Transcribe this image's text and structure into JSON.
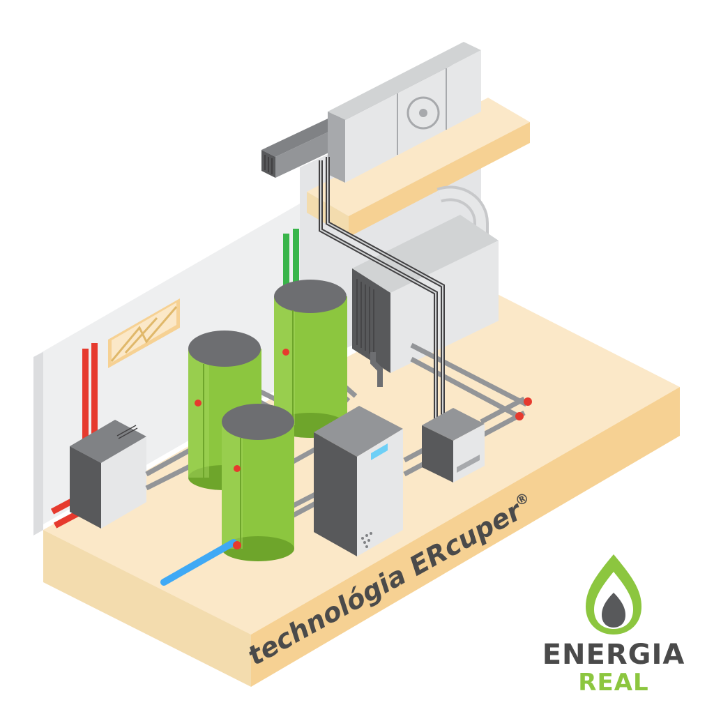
{
  "floor_label": {
    "main": "technológia ERcuper",
    "mark": "®"
  },
  "brand": {
    "line1": "ENERGIA",
    "line2": "REAL"
  },
  "colors": {
    "floor_top": "#fbe8c8",
    "floor_side": "#f6d193",
    "wall_back": "#e4e5e7",
    "wall_left": "#f2f2f3",
    "tank_green": "#8cc63f",
    "tank_green_dark": "#6ea52b",
    "tank_top": "#6d6e71",
    "device_light": "#e6e7e8",
    "device_dark": "#58595b",
    "pipe_gray": "#939598",
    "pipe_dark": "#414042",
    "pipe_red": "#e63a2e",
    "pipe_blue": "#3fa9f5",
    "pipe_green": "#39b54a",
    "shelf": "#f9dfae"
  }
}
